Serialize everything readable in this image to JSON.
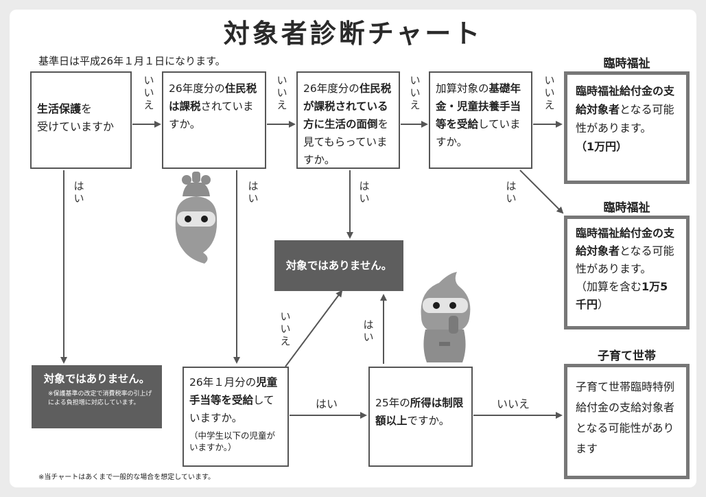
{
  "title": "対象者診断チャート",
  "note_top": "基準日は平成26年１月１日になります。",
  "note_bottom": "※当チャートはあくまで一般的な場合を想定しています。",
  "q1": {
    "pre": "",
    "b1": "生活保護",
    "m1": "を",
    "b2": "",
    "post": "受けていますか"
  },
  "q2": {
    "pre": "26年度分の",
    "b1": "住民税は課税",
    "post": "されていますか。"
  },
  "q3": {
    "pre": "26年度分の",
    "b1": "住民税が課税されている方に生活の面倒",
    "post": "を見てもらっていますか。"
  },
  "q4": {
    "pre": "加算対象の",
    "b1": "基礎年金・児童扶養手当等を受給",
    "post": "していますか。"
  },
  "q5": {
    "pre": "26年１月分の",
    "b1": "児童手当等を受給",
    "post": "していますか。",
    "small": "（中学生以下の児童がいますか。）"
  },
  "q6": {
    "pre": "25年の",
    "b1": "所得は制限額以上",
    "post": "ですか。"
  },
  "r1": {
    "head": "臨時福祉",
    "b1": "臨時福祉給付金の支給対象者",
    "post": "となる可能性があります。",
    "amount": "（1万円）"
  },
  "r2": {
    "head": "臨時福祉",
    "b1": "臨時福祉給付金の支給対象者",
    "post": "となる可能性があります。",
    "amount_pre": "（加算を含む",
    "amount_b": "1万5千円",
    "amount_post": "）"
  },
  "r3": {
    "head": "子育て世帯",
    "text": "子育て世帯臨時特例給付金の支給対象者となる可能性があります"
  },
  "not_target_center": "対象ではありません。",
  "not_target_left": {
    "label": "対象ではありません。",
    "note": "※保護基準の改定で消費税率の引上げによる負担増に対応しています。"
  },
  "labels": {
    "yes": "はい",
    "no": "いいえ"
  }
}
